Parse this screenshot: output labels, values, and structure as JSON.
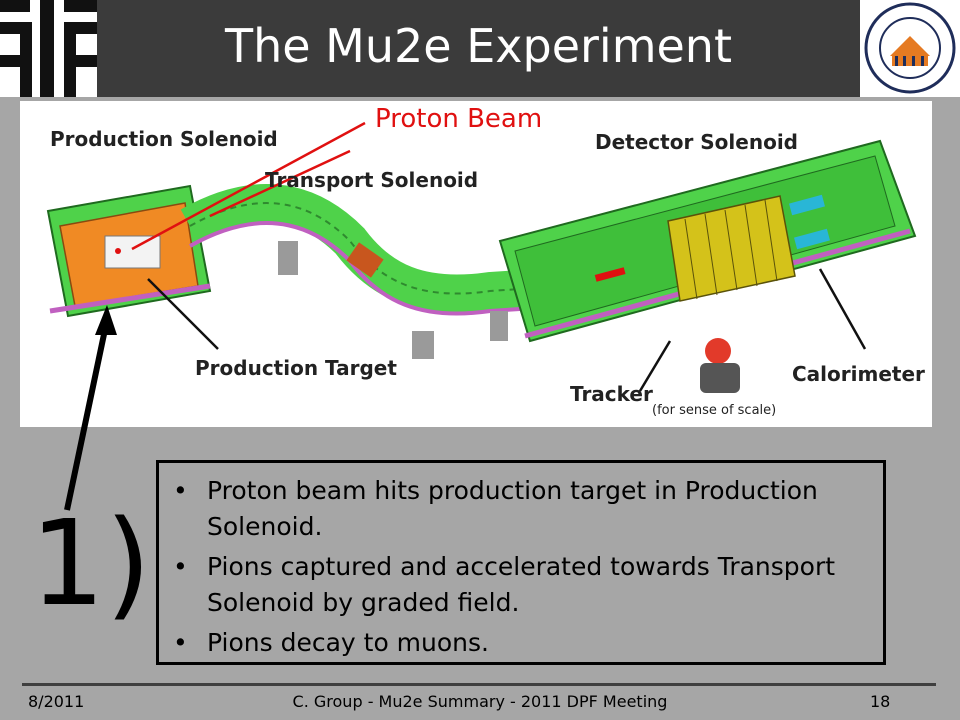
{
  "slide": {
    "title": "The Mu2e Experiment",
    "step_number": "1)"
  },
  "diagram": {
    "labels": {
      "production_solenoid": "Production Solenoid",
      "proton_beam": "Proton Beam",
      "transport_solenoid": "Transport Solenoid",
      "detector_solenoid": "Detector Solenoid",
      "production_target": "Production Target",
      "tracker": "Tracker",
      "calorimeter": "Calorimeter",
      "scale_note": "(for sense of scale)"
    },
    "colors": {
      "solenoid_green": "#4fd24a",
      "production_orange": "#f08a24",
      "coil_magenta": "#c060c0",
      "calorimeter_cyan": "#29b6d6",
      "tracker_yellow": "#d4c21a",
      "proton_beam_red": "#e01010"
    }
  },
  "bullets": [
    "Proton beam hits production target in Production Solenoid.",
    "Pions captured and accelerated towards Transport Solenoid by graded field.",
    "Pions decay to muons."
  ],
  "footer": {
    "date": "8/2011",
    "center": "C. Group - Mu2e Summary - 2011 DPF Meeting",
    "page": "18"
  }
}
